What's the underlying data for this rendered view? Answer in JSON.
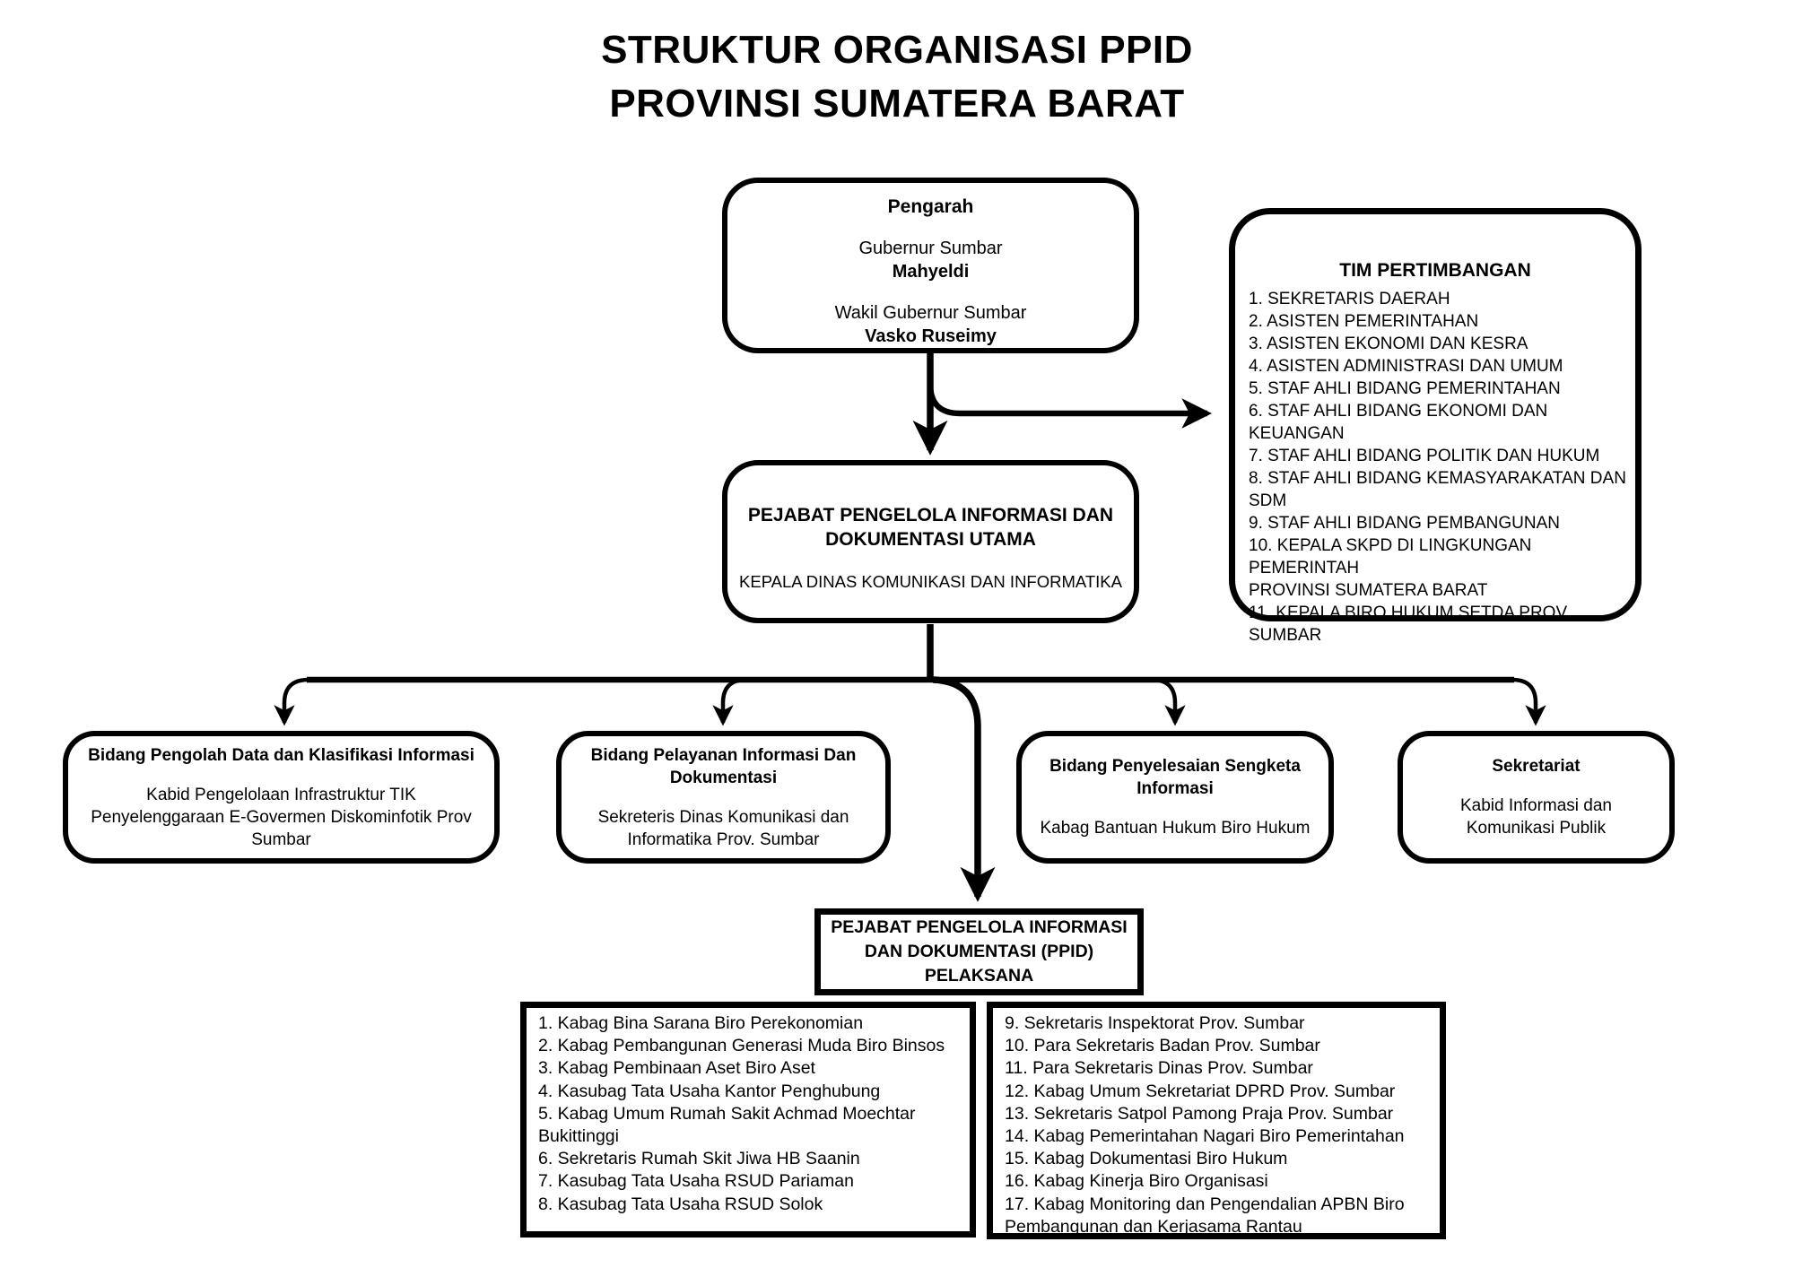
{
  "title": {
    "line1": "STRUKTUR ORGANISASI PPID",
    "line2": "PROVINSI SUMATERA BARAT"
  },
  "pengarah": {
    "header": "Pengarah",
    "role1": "Gubernur Sumbar",
    "name1": "Mahyeldi",
    "role2": "Wakil Gubernur Sumbar",
    "name2": "Vasko Ruseimy"
  },
  "tim_pertimbangan": {
    "header": "TIM PERTIMBANGAN",
    "items": [
      "1. SEKRETARIS DAERAH",
      "2. ASISTEN PEMERINTAHAN",
      "3. ASISTEN EKONOMI DAN KESRA",
      "4. ASISTEN ADMINISTRASI DAN UMUM",
      "5. STAF AHLI BIDANG PEMERINTAHAN",
      "6. STAF AHLI BIDANG EKONOMI DAN KEUANGAN",
      "7. STAF AHLI BIDANG POLITIK DAN HUKUM",
      "8. STAF AHLI BIDANG KEMASYARAKATAN DAN\nSDM",
      "9. STAF AHLI BIDANG PEMBANGUNAN",
      "10. KEPALA SKPD DI LINGKUNGAN PEMERINTAH\nPROVINSI SUMATERA BARAT",
      "11. KEPALA BIRO HUKUM SETDA PROV. SUMBAR"
    ]
  },
  "ppid_utama": {
    "title": "PEJABAT PENGELOLA INFORMASI DAN\nDOKUMENTASI UTAMA",
    "subtitle": "KEPALA DINAS KOMUNIKASI DAN INFORMATIKA"
  },
  "bidang": [
    {
      "header": "Bidang Pengolah Data dan Klasifikasi Informasi",
      "body": "Kabid Pengelolaan Infrastruktur TIK\nPenyelenggaraan E-Govermen Diskominfotik Prov\nSumbar"
    },
    {
      "header": "Bidang Pelayanan Informasi Dan\nDokumentasi",
      "body": "Sekreteris Dinas Komunikasi dan\nInformatika Prov. Sumbar"
    },
    {
      "header": "Bidang Penyelesaian Sengketa\nInformasi",
      "body": "Kabag Bantuan Hukum Biro Hukum"
    },
    {
      "header": "Sekretariat",
      "body": "Kabid Informasi dan\nKomunikasi Publik"
    }
  ],
  "ppid_pelaksana": {
    "title": "PEJABAT PENGELOLA INFORMASI\nDAN DOKUMENTASI (PPID)\nPELAKSANA"
  },
  "pelaksana_list_left": [
    "1. Kabag Bina Sarana Biro Perekonomian",
    "2. Kabag Pembangunan Generasi Muda Biro Binsos",
    "3. Kabag Pembinaan Aset Biro Aset",
    "4. Kasubag Tata Usaha Kantor Penghubung",
    "5. Kabag Umum Rumah Sakit Achmad Moechtar\nBukittinggi",
    "6. Sekretaris Rumah Skit Jiwa HB Saanin",
    "7. Kasubag Tata Usaha RSUD Pariaman",
    "8. Kasubag Tata Usaha RSUD Solok"
  ],
  "pelaksana_list_right": [
    "9. Sekretaris Inspektorat Prov. Sumbar",
    "10. Para Sekretaris Badan Prov. Sumbar",
    "11. Para Sekretaris Dinas Prov. Sumbar",
    "12. Kabag Umum Sekretariat DPRD Prov. Sumbar",
    "13. Sekretaris Satpol Pamong Praja Prov. Sumbar",
    "14. Kabag Pemerintahan Nagari Biro Pemerintahan",
    "15. Kabag Dokumentasi Biro Hukum",
    "16. Kabag Kinerja Biro Organisasi",
    "17. Kabag Monitoring dan Pengendalian APBN Biro\nPembangunan dan Kerjasama Rantau"
  ],
  "colors": {
    "background": "#ffffff",
    "line": "#000000",
    "box_border": "#000000",
    "text": "#000000"
  }
}
